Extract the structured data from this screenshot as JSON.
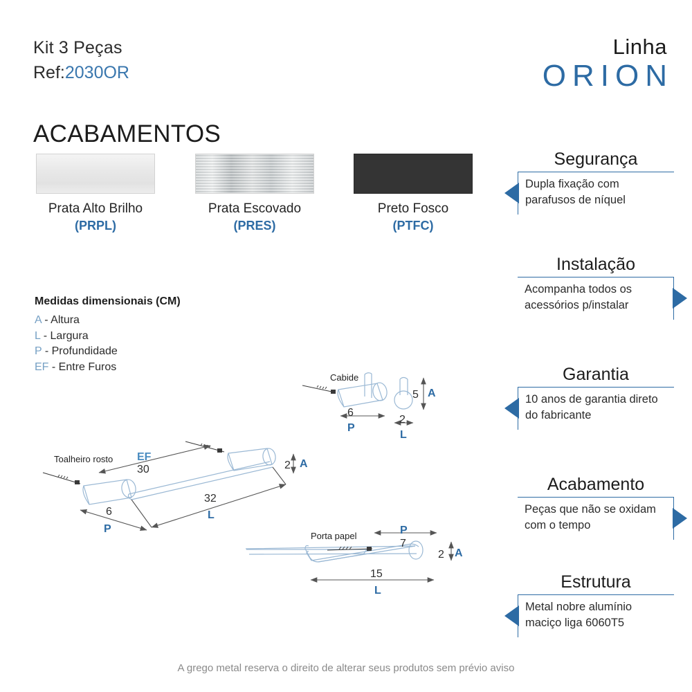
{
  "header": {
    "kit_title": "Kit 3 Peças",
    "ref_label": "Ref:",
    "ref_value": "2030OR",
    "brand_top": "Linha",
    "brand_name": "ORION"
  },
  "finishes": {
    "heading": "ACABAMENTOS",
    "items": [
      {
        "name": "Prata Alto Brilho",
        "code": "(PRPL)",
        "swatch": "polished-silver",
        "color": "#e9e9e9"
      },
      {
        "name": "Prata Escovado",
        "code": "(PRES)",
        "swatch": "brushed-silver",
        "color": "#c9cdcf"
      },
      {
        "name": "Preto Fosco",
        "code": "(PTFC)",
        "swatch": "matte-black",
        "color": "#343434"
      }
    ]
  },
  "measurements_legend": {
    "title": "Medidas dimensionais (CM)",
    "items": [
      {
        "key": "A",
        "sep": " - ",
        "label": "Altura"
      },
      {
        "key": "L",
        "sep": " - ",
        "label": "Largura"
      },
      {
        "key": "P",
        "sep": " - ",
        "label": "Profundidade"
      },
      {
        "key": "EF",
        "sep": " - ",
        "label": "Entre Furos"
      }
    ]
  },
  "features": [
    {
      "title": "Segurança",
      "text": "Dupla fixação com parafusos de níquel",
      "pointer": "left"
    },
    {
      "title": "Instalação",
      "text": "Acompanha todos os acessórios p/instalar",
      "pointer": "right"
    },
    {
      "title": "Garantia",
      "text": "10 anos de garantia direto do fabricante",
      "pointer": "left"
    },
    {
      "title": "Acabamento",
      "text": "Peças que não se oxidam com o tempo",
      "pointer": "right"
    },
    {
      "title": "Estrutura",
      "text": "Metal nobre alumínio maciço  liga  6060T5",
      "pointer": "left"
    }
  ],
  "drawings": {
    "line_color": "#9ab8d4",
    "arrow_color": "#555555",
    "towel_bar": {
      "label": "Toalheiro rosto",
      "dims": {
        "ef_key": "EF",
        "ef_value": "30",
        "length_value": "32",
        "length_key": "L",
        "depth_value": "6",
        "depth_key": "P",
        "height_value": "2",
        "height_key": "A"
      }
    },
    "hook": {
      "label": "Cabide",
      "dims": {
        "depth_value": "6",
        "depth_key": "P",
        "height_value": "5",
        "height_key": "A",
        "width_value": "2",
        "width_key": "L"
      }
    },
    "paper_holder": {
      "label": "Porta papel",
      "dims": {
        "depth_key": "P",
        "depth_value": "7",
        "length_value": "15",
        "length_key": "L",
        "height_value": "2",
        "height_key": "A"
      }
    }
  },
  "footer": {
    "disclaimer": "A grego metal reserva o direito de alterar seus produtos sem prévio aviso"
  }
}
